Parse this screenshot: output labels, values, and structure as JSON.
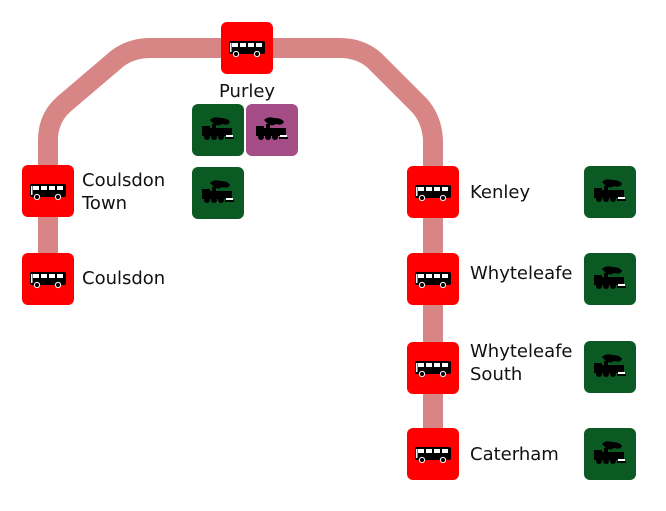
{
  "colors": {
    "line": "#d78585",
    "bus": "#ff0000",
    "rail_green": "#0b5a23",
    "rail_purple": "#a54d87"
  },
  "stations": [
    {
      "id": "purley",
      "name": "Purley",
      "bus": true,
      "rail": [
        "green",
        "purple"
      ]
    },
    {
      "id": "coulsdon-town",
      "name": "Coulsdon\nTown",
      "bus": true,
      "rail": [
        "green"
      ]
    },
    {
      "id": "coulsdon",
      "name": "Coulsdon",
      "bus": true,
      "rail": []
    },
    {
      "id": "kenley",
      "name": "Kenley",
      "bus": true,
      "rail": [
        "green"
      ]
    },
    {
      "id": "whyteleafe",
      "name": "Whyteleafe",
      "bus": true,
      "rail": [
        "green"
      ]
    },
    {
      "id": "whyteleafe-south",
      "name": "Whyteleafe\nSouth",
      "bus": true,
      "rail": [
        "green"
      ]
    },
    {
      "id": "caterham",
      "name": "Caterham",
      "bus": true,
      "rail": [
        "green"
      ]
    }
  ],
  "icons": {
    "bus": "bus-icon",
    "rail": "steam-train-icon"
  }
}
